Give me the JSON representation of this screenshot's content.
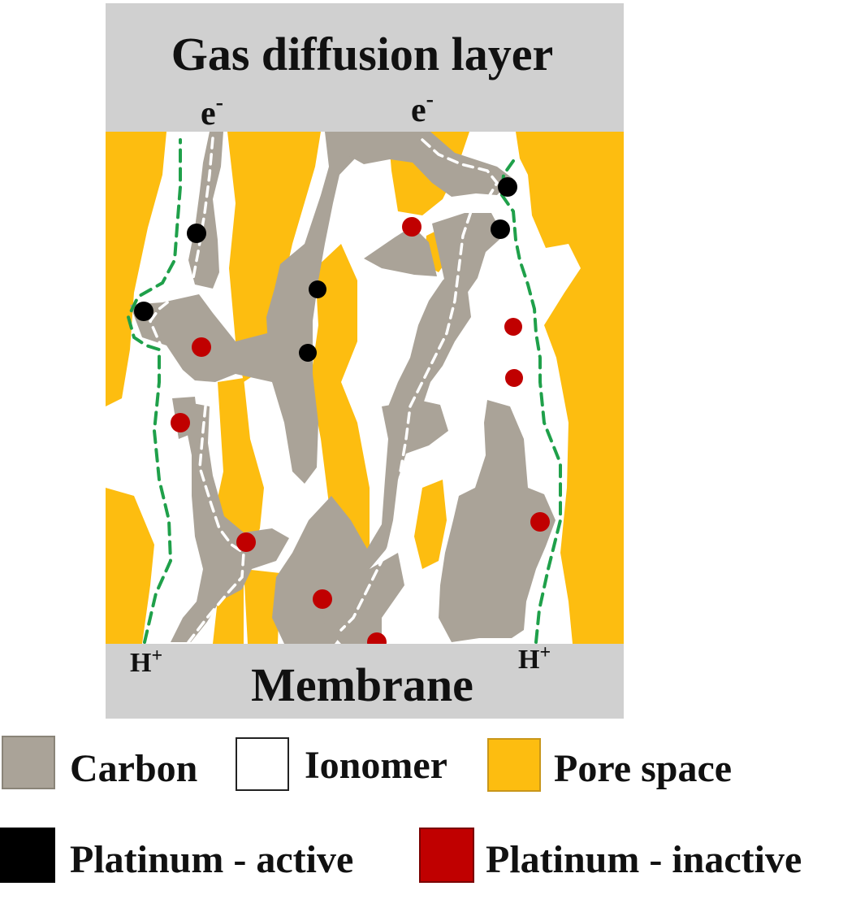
{
  "layers": {
    "top": "Gas diffusion layer",
    "bottom": "Membrane"
  },
  "carriers": {
    "electron_left": "e",
    "electron_right": "e",
    "electron_charge": "-",
    "proton_left": "H",
    "proton_right": "H",
    "proton_charge": "+"
  },
  "legend": {
    "carbon": "Carbon",
    "ionomer": "Ionomer",
    "pore": "Pore space",
    "pt_active": "Platinum - active",
    "pt_inactive": "Platinum - inactive"
  },
  "colors": {
    "carbon": "#aaa398",
    "ionomer": "#ffffff",
    "pore": "#fdbd10",
    "layer": "#d0d0d0",
    "pt_active": "#000000",
    "pt_inactive": "#c00000",
    "proton_path": "#1fa04a",
    "electron_path": "#ffffff"
  }
}
